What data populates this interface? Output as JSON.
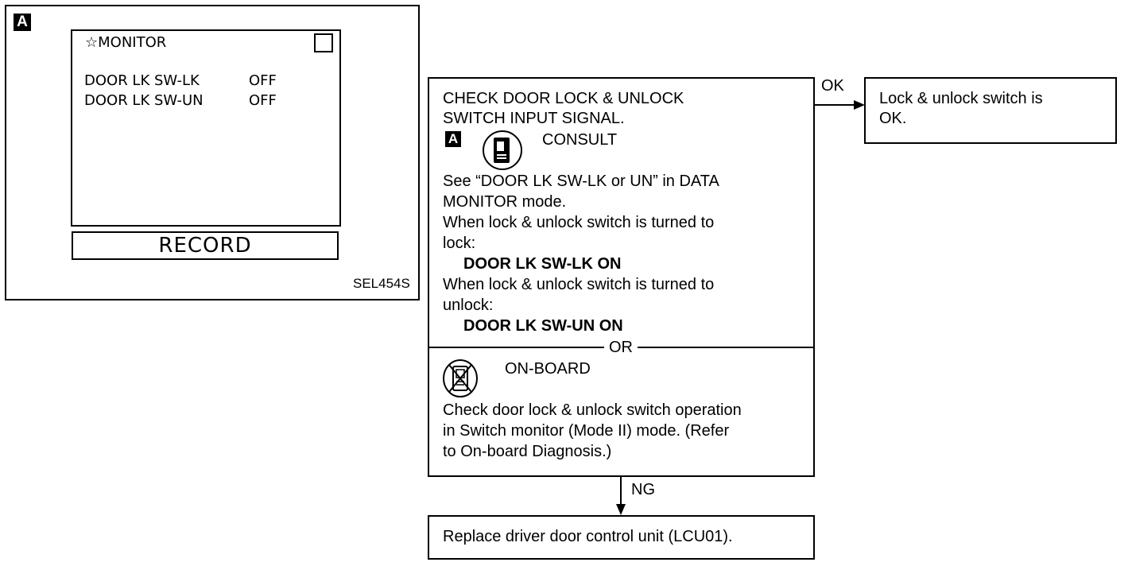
{
  "consult_screen": {
    "badge": "A",
    "title": "☆MONITOR",
    "rows": [
      {
        "item": "DOOR LK SW-LK",
        "value": "OFF"
      },
      {
        "item": "DOOR LK SW-UN",
        "value": "OFF"
      }
    ],
    "record_label": "RECORD",
    "figure_id": "SEL454S"
  },
  "check_step": {
    "title_line1": "CHECK DOOR LOCK & UNLOCK",
    "title_line2": "SWITCH INPUT SIGNAL.",
    "badge": "A",
    "consult_label": "CONSULT",
    "text1": "See “DOOR LK SW-LK or UN” in DATA",
    "text2": "MONITOR mode.",
    "text3": "When lock & unlock switch is turned to",
    "text4": "lock:",
    "result_lock": "DOOR LK SW-LK ON",
    "text5": "When lock & unlock switch is turned to",
    "text6": "unlock:",
    "result_unlock": "DOOR LK SW-UN ON",
    "or_label": "OR",
    "onboard_label": "ON-BOARD",
    "onboard1": "Check door lock & unlock switch operation",
    "onboard2": "in Switch monitor (Mode II) mode. (Refer",
    "onboard3": "to On-board Diagnosis.)"
  },
  "ok_branch": {
    "label": "OK",
    "result_line1": "Lock & unlock switch is",
    "result_line2": "OK."
  },
  "ng_branch": {
    "label": "NG",
    "result": "Replace driver door control unit (LCU01)."
  }
}
